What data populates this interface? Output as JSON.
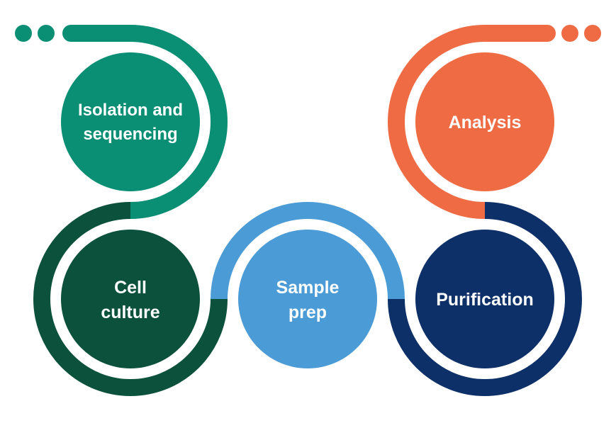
{
  "steps": [
    {
      "lines": [
        "Isolation and",
        "sequencing"
      ],
      "color": "#0a8f74"
    },
    {
      "lines": [
        "Cell",
        "culture"
      ],
      "color": "#0c513b"
    },
    {
      "lines": [
        "Sample",
        "prep"
      ],
      "color": "#4a9bd6"
    },
    {
      "lines": [
        "Purification"
      ],
      "color": "#0e3069"
    },
    {
      "lines": [
        "Analysis"
      ],
      "color": "#ee6b43"
    }
  ],
  "dots": {
    "left_color": "#0a8f74",
    "right_color": "#ee6b43"
  }
}
